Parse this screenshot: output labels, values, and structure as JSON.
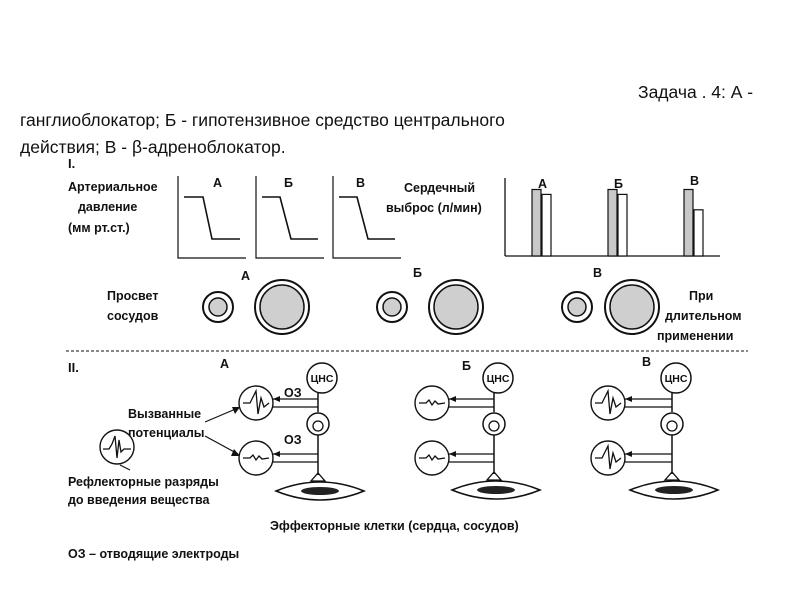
{
  "heading": {
    "line1": "Задача . 4: А -",
    "line2": "ганглиоблокатор; Б - гипотензивное средство центрального",
    "line3": "действия; В - β-адреноблокатор."
  },
  "section1": {
    "roman": "I.",
    "bp_label": [
      "Артериальное",
      "давление",
      "(мм рт.ст.)"
    ],
    "bp_panels": [
      "А",
      "Б",
      "В"
    ],
    "co_label": [
      "Сердечный",
      "выброс (л/мин)"
    ],
    "co_groups": [
      {
        "label": "А",
        "before": 0.95,
        "after": 0.88
      },
      {
        "label": "Б",
        "before": 0.95,
        "after": 0.88
      },
      {
        "label": "В",
        "before": 0.95,
        "after": 0.66
      }
    ],
    "vessel_label": [
      "Просвет",
      "сосудов"
    ],
    "vessel_groups": [
      "А",
      "Б",
      "В"
    ],
    "long_term_label": [
      "При",
      "длительном",
      "применении"
    ]
  },
  "section2": {
    "roman": "II.",
    "groups": [
      "А",
      "Б",
      "В"
    ],
    "cns": "ЦНС",
    "oz": "ОЗ",
    "evoked_label": [
      "Вызванные",
      "потенциалы"
    ],
    "reflex_label": [
      "Рефлекторные разряды",
      "до введения вещества"
    ],
    "effector_label": "Эффекторные клетки (сердца, сосудов)",
    "oz_legend": "ОЗ – отводящие электроды"
  },
  "colors": {
    "bar_fill": "#c8c8c8",
    "vessel_fill": "#cfcfcf",
    "ink": "#111111"
  }
}
